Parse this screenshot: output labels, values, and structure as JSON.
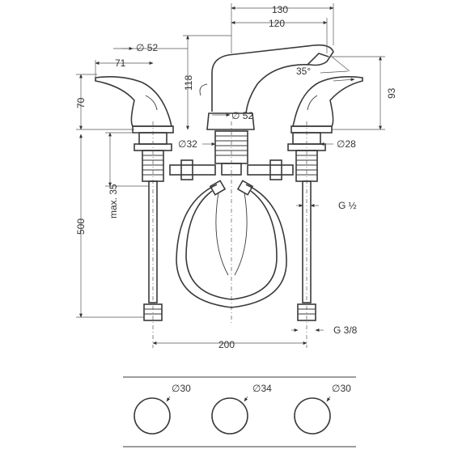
{
  "dimensions": {
    "d130": "130",
    "d120": "120",
    "d52_top": "∅ 52",
    "d71": "71",
    "d118": "118",
    "d35deg": "35°",
    "d70": "70",
    "d93": "93",
    "d52_base": "∅ 52",
    "d32": "∅32",
    "d28": "∅28",
    "dmax35": "max. 35",
    "d500": "500",
    "dG12": "G ½",
    "dG38": "G 3/8",
    "d200": "200",
    "d30_left": "∅30",
    "d34": "∅34",
    "d30_right": "∅30"
  }
}
